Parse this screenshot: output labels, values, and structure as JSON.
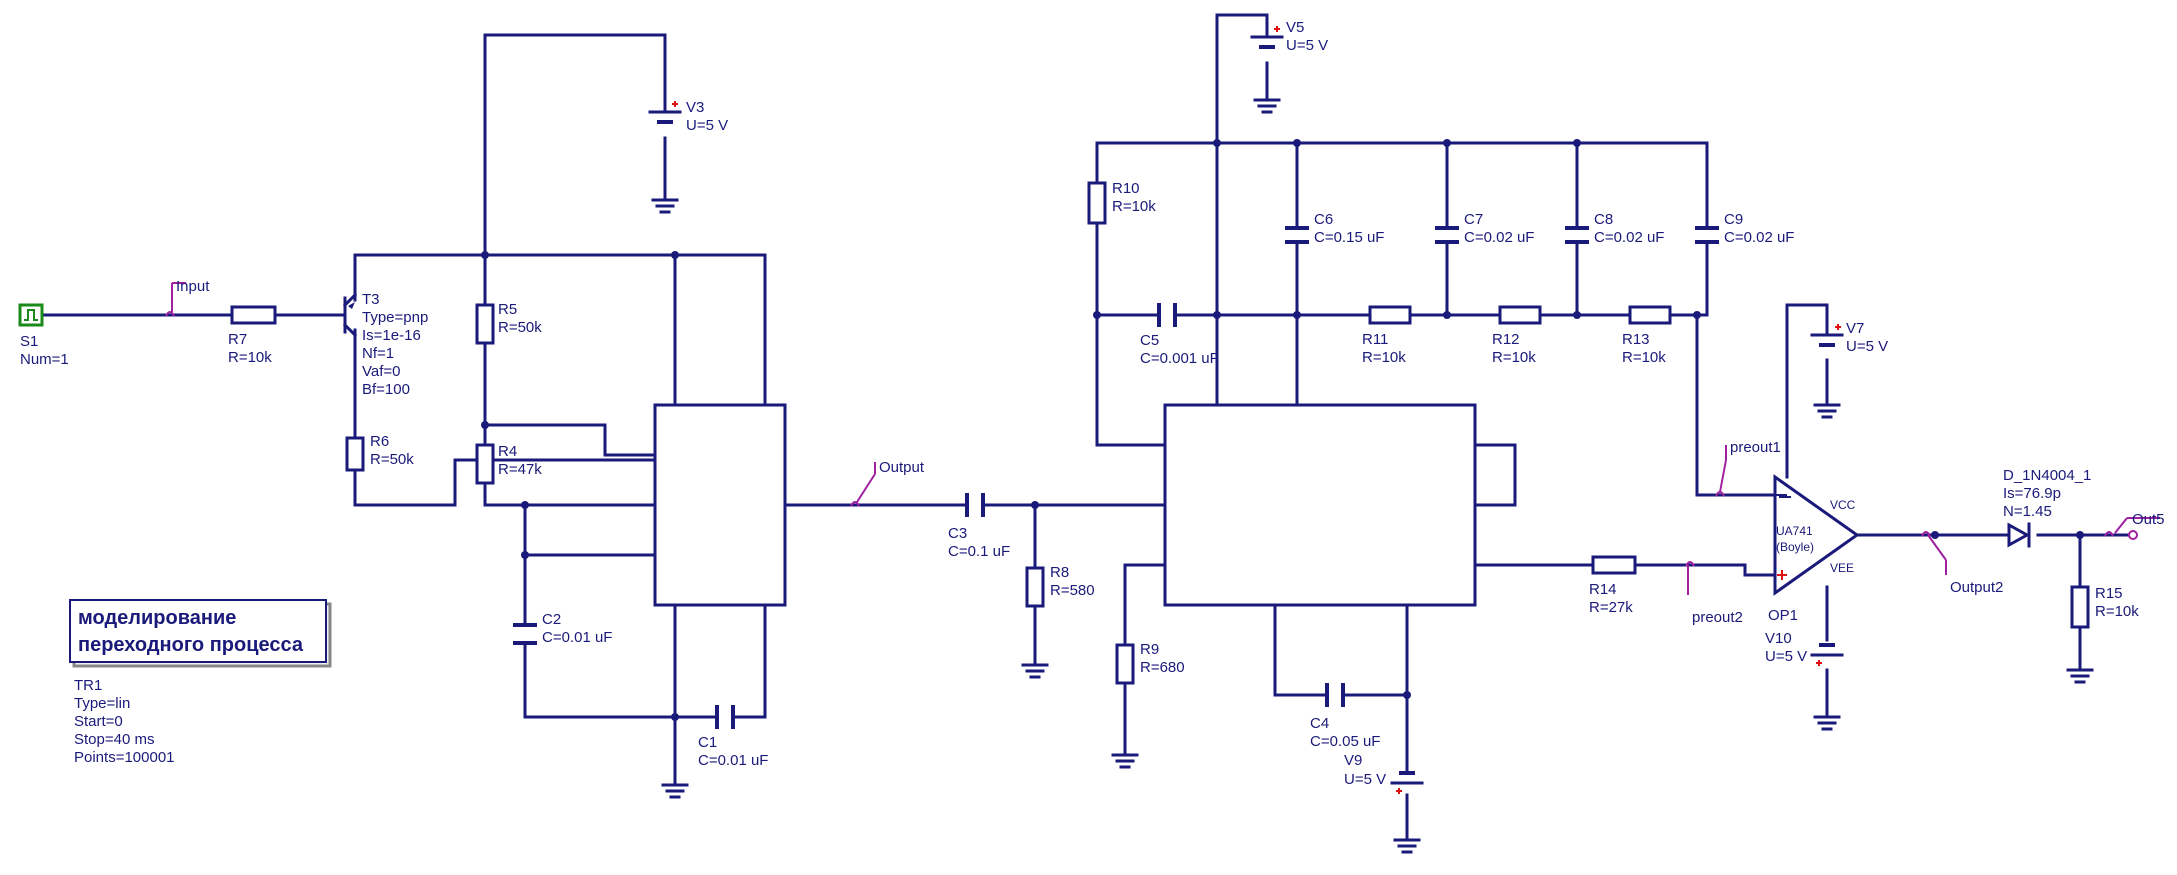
{
  "title_box": {
    "line1": "моделирование",
    "line2": "переходного процесса"
  },
  "analysis": {
    "name": "TR1",
    "type": "Type=lin",
    "start": "Start=0",
    "stop": "Stop=40 ms",
    "points": "Points=100001"
  },
  "nets": {
    "input": "Input",
    "output": "Output",
    "output2": "Output2",
    "preout1": "preout1",
    "preout2": "preout2",
    "out5": "Out5"
  },
  "source_s1": {
    "name": "S1",
    "param": "Num=1"
  },
  "transistor_t3": {
    "name": "T3",
    "p1": "Type=pnp",
    "p2": "Is=1e-16",
    "p3": "Nf=1",
    "p4": "Vaf=0",
    "p5": "Bf=100"
  },
  "resistors": {
    "r4": {
      "name": "R4",
      "value": "R=47k"
    },
    "r5": {
      "name": "R5",
      "value": "R=50k"
    },
    "r6": {
      "name": "R6",
      "value": "R=50k"
    },
    "r7": {
      "name": "R7",
      "value": "R=10k"
    },
    "r8": {
      "name": "R8",
      "value": "R=580"
    },
    "r9": {
      "name": "R9",
      "value": "R=680"
    },
    "r10": {
      "name": "R10",
      "value": "R=10k"
    },
    "r11": {
      "name": "R11",
      "value": "R=10k"
    },
    "r12": {
      "name": "R12",
      "value": "R=10k"
    },
    "r13": {
      "name": "R13",
      "value": "R=10k"
    },
    "r14": {
      "name": "R14",
      "value": "R=27k"
    },
    "r15": {
      "name": "R15",
      "value": "R=10k"
    }
  },
  "capacitors": {
    "c1": {
      "name": "C1",
      "value": "C=0.01 uF"
    },
    "c2": {
      "name": "C2",
      "value": "C=0.01 uF"
    },
    "c3": {
      "name": "C3",
      "value": "C=0.1 uF"
    },
    "c4": {
      "name": "C4",
      "value": "C=0.05 uF"
    },
    "c5": {
      "name": "C5",
      "value": "C=0.001 uF"
    },
    "c6": {
      "name": "C6",
      "value": "C=0.15 uF"
    },
    "c7": {
      "name": "C7",
      "value": "C=0.02 uF"
    },
    "c8": {
      "name": "C8",
      "value": "C=0.02 uF"
    },
    "c9": {
      "name": "C9",
      "value": "C=0.02 uF"
    }
  },
  "sources": {
    "v3": {
      "name": "V3",
      "value": "U=5 V"
    },
    "v5": {
      "name": "V5",
      "value": "U=5 V"
    },
    "v7": {
      "name": "V7",
      "value": "U=5 V"
    },
    "v9": {
      "name": "V9",
      "value": "U=5 V"
    },
    "v10": {
      "name": "V10",
      "value": "U=5 V"
    }
  },
  "opamp": {
    "name": "OP1",
    "model1": "UA741",
    "model2": "(Boyle)",
    "vcc": "VCC",
    "vee": "VEE"
  },
  "diode": {
    "name": "D_1N4004_1",
    "is": "Is=76.9p",
    "n": "N=1.45"
  },
  "colors": {
    "wire": "#1a1a7a",
    "net_tag": "#a020a0",
    "positive": "#e01010",
    "source": "#1a8a1a"
  }
}
